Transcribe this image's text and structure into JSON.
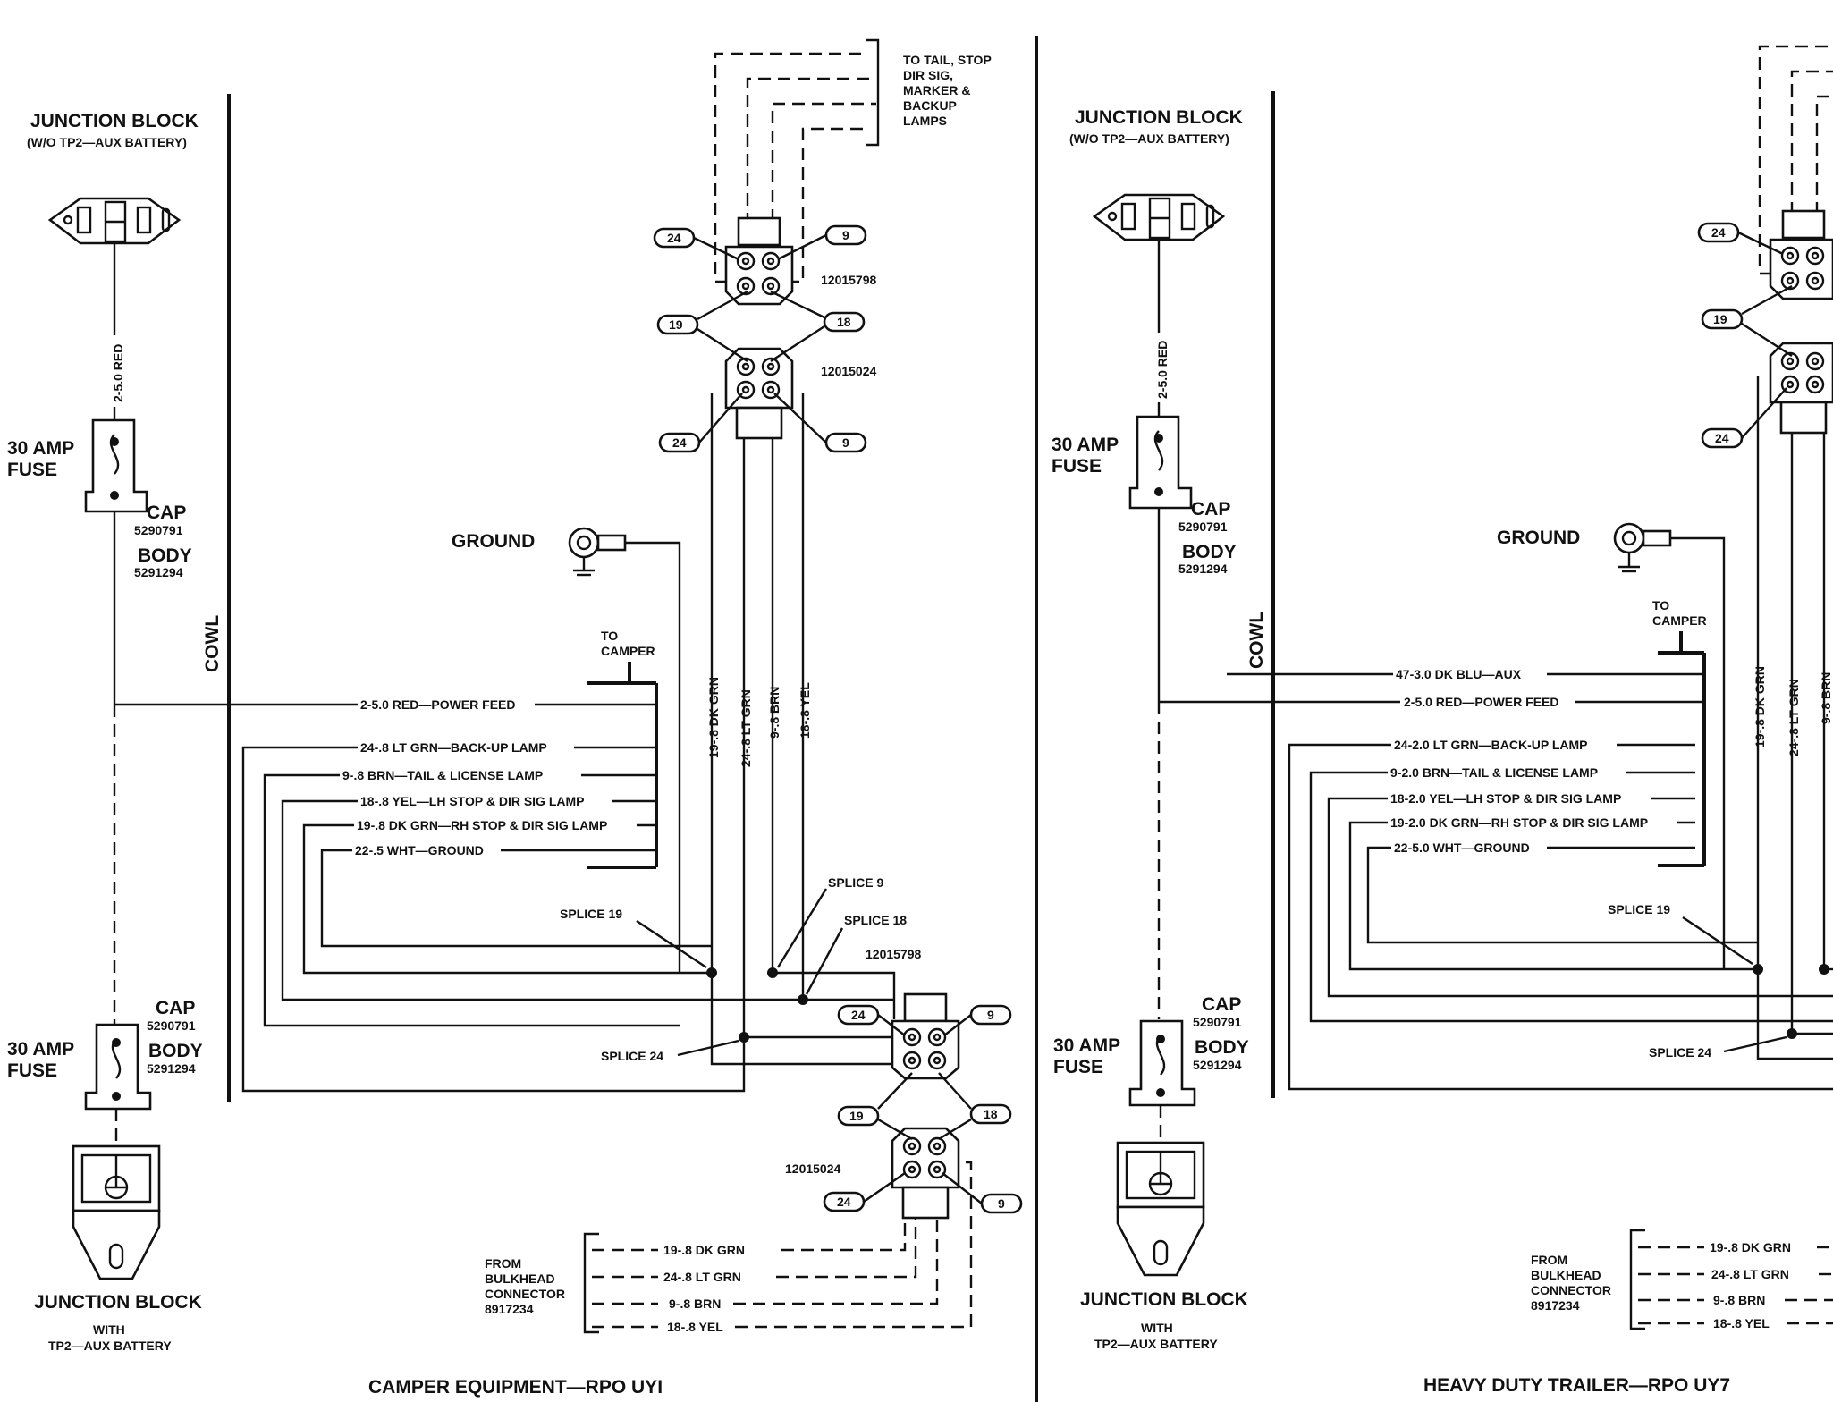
{
  "left": {
    "junction_top_title": "JUNCTION BLOCK",
    "junction_top_sub": "(W/O TP2—AUX BATTERY)",
    "wire_red_vert": "2-5.0 RED",
    "fuse1_label_1": "30 AMP",
    "fuse1_label_2": "FUSE",
    "cap1": "CAP",
    "cap1_num": "5290791",
    "body1": "BODY",
    "body1_num": "5291294",
    "cowl": "COWL",
    "ground": "GROUND",
    "to_camper_1": "TO",
    "to_camper_2": "CAMPER",
    "wires": [
      "2-5.0 RED—POWER FEED",
      "24-.8 LT GRN—BACK-UP LAMP",
      "9-.8 BRN—TAIL & LICENSE LAMP",
      "18-.8 YEL—LH STOP & DIR SIG LAMP",
      "19-.8 DK GRN—RH STOP & DIR SIG LAMP",
      "22-.5 WHT—GROUND"
    ],
    "vert_wires": [
      "19-.8 DK GRN",
      "24-.8 LT GRN",
      "9-.8 BRN",
      "18-.8 YEL"
    ],
    "tail_note": [
      "TO TAIL, STOP",
      "DIR SIG,",
      "MARKER &",
      "BACKUP",
      "LAMPS"
    ],
    "conn_a": "12015798",
    "conn_b": "12015024",
    "conn_c": "12015798",
    "conn_d": "12015024",
    "pin_24": "24",
    "pin_9": "9",
    "pin_19": "19",
    "pin_18": "18",
    "splice_9": "SPLICE 9",
    "splice_18": "SPLICE 18",
    "splice_19": "SPLICE 19",
    "splice_24": "SPLICE 24",
    "cap2": "CAP",
    "cap2_num": "5290791",
    "body2": "BODY",
    "body2_num": "5291294",
    "fuse2_label_1": "30 AMP",
    "fuse2_label_2": "FUSE",
    "junction_bot_title": "JUNCTION BLOCK",
    "junction_bot_sub_1": "WITH",
    "junction_bot_sub_2": "TP2—AUX BATTERY",
    "from_bulkhead": [
      "FROM",
      "BULKHEAD",
      "CONNECTOR",
      "8917234"
    ],
    "bulk_wires": [
      "19-.8 DK GRN",
      "24-.8 LT GRN",
      "9-.8 BRN",
      "18-.8 YEL"
    ],
    "caption": "CAMPER EQUIPMENT—RPO UYI"
  },
  "right": {
    "junction_top_title": "JUNCTION BLOCK",
    "junction_top_sub": "(W/O TP2—AUX BATTERY)",
    "wire_red_vert": "2-5.0 RED",
    "fuse1_label_1": "30 AMP",
    "fuse1_label_2": "FUSE",
    "cap1": "CAP",
    "cap1_num": "5290791",
    "body1": "BODY",
    "body1_num": "5291294",
    "cowl": "COWL",
    "ground": "GROUND",
    "to_camper_1": "TO",
    "to_camper_2": "CAMPER",
    "wires": [
      "47-3.0 DK BLU—AUX",
      "2-5.0 RED—POWER FEED",
      "24-2.0 LT GRN—BACK-UP LAMP",
      "9-2.0 BRN—TAIL & LICENSE LAMP",
      "18-2.0 YEL—LH STOP & DIR SIG LAMP",
      "19-2.0 DK GRN—RH STOP & DIR SIG LAMP",
      "22-5.0 WHT—GROUND"
    ],
    "vert_wires": [
      "19-.8 DK GRN",
      "24-.8 LT GRN",
      "9-.8 BRN"
    ],
    "pin_24": "24",
    "pin_19": "19",
    "splice_19": "SPLICE 19",
    "splice_24": "SPLICE 24",
    "cap2": "CAP",
    "cap2_num": "5290791",
    "body2": "BODY",
    "body2_num": "5291294",
    "fuse2_label_1": "30 AMP",
    "fuse2_label_2": "FUSE",
    "junction_bot_title": "JUNCTION BLOCK",
    "junction_bot_sub_1": "WITH",
    "junction_bot_sub_2": "TP2—AUX BATTERY",
    "from_bulkhead": [
      "FROM",
      "BULKHEAD",
      "CONNECTOR",
      "8917234"
    ],
    "bulk_wires": [
      "19-.8 DK GRN",
      "24-.8 LT GRN",
      "9-.8 BRN",
      "18-.8 YEL"
    ],
    "caption": "HEAVY DUTY TRAILER—RPO UY7"
  }
}
